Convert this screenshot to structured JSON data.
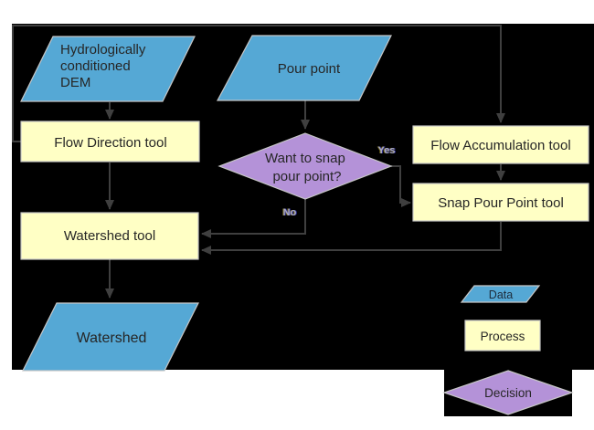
{
  "colors": {
    "data_fill": "#55a8d5",
    "process_fill": "#ffffc5",
    "decision_fill": "#b492d8",
    "connector": "#3f3f3f",
    "background": "#000000",
    "text": "#262626"
  },
  "nodes": {
    "dem": {
      "lines": [
        "Hydrologically",
        "conditioned",
        "DEM"
      ],
      "type": "data"
    },
    "pour_point": {
      "label": "Pour point",
      "type": "data"
    },
    "flow_direction": {
      "label": "Flow Direction tool",
      "type": "process"
    },
    "decision": {
      "lines": [
        "Want to snap",
        "pour point?"
      ],
      "type": "decision"
    },
    "flow_accumulation": {
      "label": "Flow Accumulation tool",
      "type": "process"
    },
    "snap_pour_point": {
      "label": "Snap Pour Point tool",
      "type": "process"
    },
    "watershed_tool": {
      "label": "Watershed tool",
      "type": "process"
    },
    "watershed": {
      "label": "Watershed",
      "type": "data"
    }
  },
  "edge_labels": {
    "yes": "Yes",
    "no": "No"
  },
  "legend": {
    "data": "Data",
    "process": "Process",
    "decision": "Decision"
  }
}
